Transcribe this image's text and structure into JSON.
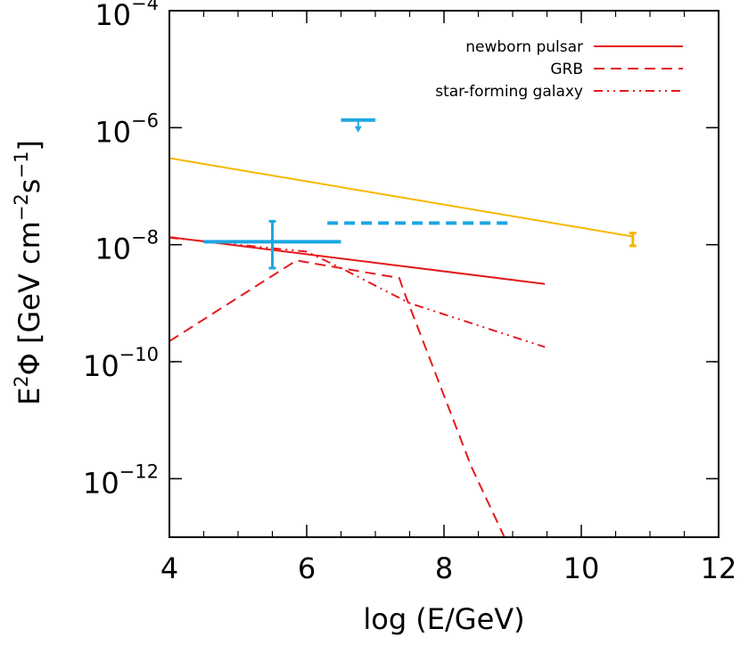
{
  "chart_data": {
    "type": "line",
    "xlabel": "log (E/GeV)",
    "ylabel_parts": {
      "E": "E",
      "e2": "2",
      "phi": "Φ [GeV cm",
      "em2": "−2",
      "s": "s",
      "em1": "−1",
      "close": "]"
    },
    "xlim": [
      4,
      12
    ],
    "ylim_log10": [
      -13,
      -4
    ],
    "y_scale": "log",
    "x_ticks": [
      {
        "value": 4,
        "label": "4"
      },
      {
        "value": 6,
        "label": "6"
      },
      {
        "value": 8,
        "label": "8"
      },
      {
        "value": 10,
        "label": "10"
      },
      {
        "value": 12,
        "label": "12"
      }
    ],
    "y_ticks": [
      {
        "exp": -4,
        "base": "10",
        "sup": "−4"
      },
      {
        "exp": -6,
        "base": "10",
        "sup": "−6"
      },
      {
        "exp": -8,
        "base": "10",
        "sup": "−8"
      },
      {
        "exp": -10,
        "base": "10",
        "sup": "−10"
      },
      {
        "exp": -12,
        "base": "10",
        "sup": "−12"
      }
    ],
    "legend_position": "top-right",
    "series": [
      {
        "name": "newborn pulsar",
        "style": "solid",
        "color": "#e41a1c",
        "x": [
          4.0,
          9.47
        ],
        "log10_y": [
          -7.87,
          -8.67
        ]
      },
      {
        "name": "GRB",
        "style": "dashed",
        "color": "#e41a1c",
        "x": [
          4.0,
          5.85,
          7.35,
          7.4,
          8.4,
          8.88
        ],
        "log10_y": [
          -9.65,
          -8.27,
          -8.57,
          -8.75,
          -11.8,
          -13.0
        ]
      },
      {
        "name": "star-forming galaxy",
        "style": "dash-dot",
        "color": "#e41a1c",
        "x": [
          4.0,
          5.0,
          6.0,
          6.5,
          7.5,
          9.47
        ],
        "log10_y": [
          -7.88,
          -8.0,
          -8.12,
          -8.4,
          -9.0,
          -9.75
        ]
      },
      {
        "style": "solid",
        "color": "#f5b700",
        "x": [
          4.0,
          10.75
        ],
        "log10_y": [
          -6.52,
          -7.86
        ]
      },
      {
        "style": "dashed",
        "color": "#1ea7e1",
        "x": [
          6.3,
          9.0
        ],
        "log10_y": [
          -7.63,
          -7.63
        ]
      }
    ],
    "data_points": [
      {
        "color": "#1ea7e1",
        "x": 5.5,
        "log10_y": -7.95,
        "x_err": [
          4.5,
          6.5
        ],
        "log10_y_err": [
          -8.4,
          -7.6
        ]
      },
      {
        "color": "#f5b700",
        "x": 10.75,
        "log10_y": -7.88,
        "log10_y_err": [
          -8.02,
          -7.8
        ]
      }
    ],
    "upper_limits": [
      {
        "color": "#1ea7e1",
        "x": 6.75,
        "x_range": [
          6.5,
          7.0
        ],
        "log10_y": -5.87
      }
    ]
  }
}
